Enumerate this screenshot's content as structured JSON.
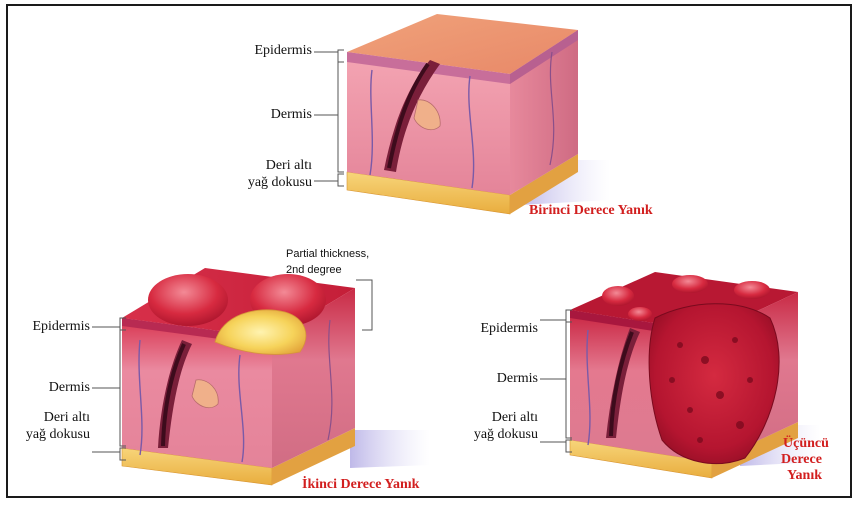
{
  "panels": {
    "first": {
      "labels": {
        "epidermis": "Epidermis",
        "dermis": "Dermis",
        "subcutaneous_line1": "Deri altı",
        "subcutaneous_line2": "yağ dokusu"
      },
      "caption": "Birinci Derece Yanık"
    },
    "second": {
      "labels": {
        "epidermis": "Epidermis",
        "dermis": "Dermis",
        "subcutaneous_line1": "Deri altı",
        "subcutaneous_line2": "yağ dokusu"
      },
      "annotation_line1": "Partial thickness,",
      "annotation_line2": "2nd degree",
      "caption": "İkinci Derece Yanık"
    },
    "third": {
      "labels": {
        "epidermis": "Epidermis",
        "dermis": "Dermis",
        "subcutaneous_line1": "Deri altı",
        "subcutaneous_line2": "yağ dokusu"
      },
      "caption_line1": "Üçüncü",
      "caption_line2": "Derece",
      "caption_line3": "Yanık"
    }
  },
  "colors": {
    "skin_front": "#e98aa0",
    "skin_side": "#d9728a",
    "fat": "#f2c05a",
    "burn_red": "#b0122a",
    "blister": "#d9233a",
    "caption": "#d21f1f"
  }
}
